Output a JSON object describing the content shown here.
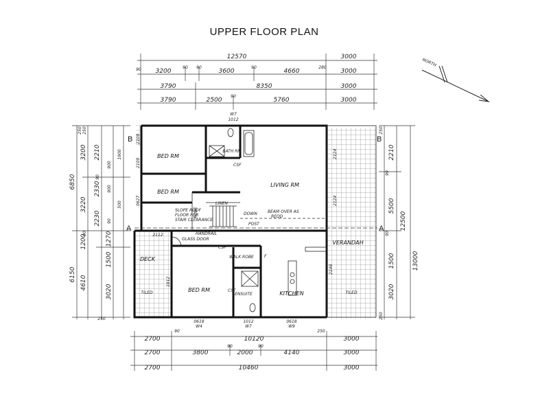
{
  "title": "UPPER FLOOR PLAN",
  "north_label": "NORTH",
  "section_markers": {
    "a": "A",
    "b": "B"
  },
  "rooms": {
    "bed_1": "BED RM",
    "bed_2": "BED RM",
    "bed_3": "BED RM",
    "bath": "BATH RM",
    "living": "LIVING RM",
    "linen": "LINEN",
    "kitchen": "KITCHEN",
    "ensuite": "ENSUITE",
    "walk_robe": "WALK ROBE",
    "deck": "DECK",
    "verandah": "VERANDAH",
    "tiled_left": "TILED",
    "tiled_right": "TILED"
  },
  "notes": {
    "slope_roof": [
      "SLOPE ROOF",
      "FLOOR FOR",
      "STAIR CLEARANCE"
    ],
    "beam": [
      "BEAM OVER AS",
      "REQD"
    ],
    "handrail": "HANDRAIL",
    "glass_door": "GLASS DOOR",
    "down": "DOWN",
    "post": "POST",
    "csf_1": "CSF",
    "csf_2": "CSF",
    "csf_3": "CSF",
    "robe": "ROBE",
    "f": "F"
  },
  "windows": {
    "w7_top": "W7",
    "w7_top_size": "1012",
    "w4": "0618",
    "w4_tag": "W4",
    "w7_bottom": "1012",
    "w7_bottom_tag": "W7",
    "w9": "0618",
    "w9_tag": "W9",
    "w1_left": "2109",
    "w2_left": "2109",
    "w3_left": "0627",
    "w5_left": "2112",
    "w6_left": "1812",
    "w8_right": "2124",
    "w10_right": "2124",
    "w11_right": "2148"
  },
  "dims_top": {
    "row1": [
      "12570",
      "3000"
    ],
    "row2": [
      "90",
      "3200",
      "90",
      "90",
      "3600",
      "90",
      "4660",
      "280",
      "3000"
    ],
    "row3": [
      "3790",
      "8350",
      "3000"
    ],
    "row4": [
      "3790",
      "2500",
      "90",
      "5760",
      "3000"
    ]
  },
  "dims_bottom": {
    "row1": [
      "2700",
      "90",
      "10120",
      "250",
      "3000"
    ],
    "row2": [
      "2700",
      "3800",
      "90",
      "2000",
      "90",
      "4140",
      "3000"
    ],
    "row3": [
      "2700",
      "10460",
      "3000"
    ]
  },
  "dims_left": {
    "outer": [
      "6850",
      "6150"
    ],
    "mid": [
      "250",
      "3200",
      "3220",
      "90",
      "1200",
      "4610"
    ],
    "inner": [
      "2210",
      "2330",
      "90",
      "2230",
      "500",
      "1270",
      "1500",
      "3020"
    ],
    "extra": [
      "900",
      "900",
      "1900",
      "90",
      "250",
      "250"
    ]
  },
  "dims_right": {
    "outer": "13000",
    "mid": "12500",
    "inner": [
      "2210",
      "5500",
      "1500",
      "3020"
    ],
    "extra": [
      "90",
      "90",
      "250",
      "250"
    ]
  }
}
